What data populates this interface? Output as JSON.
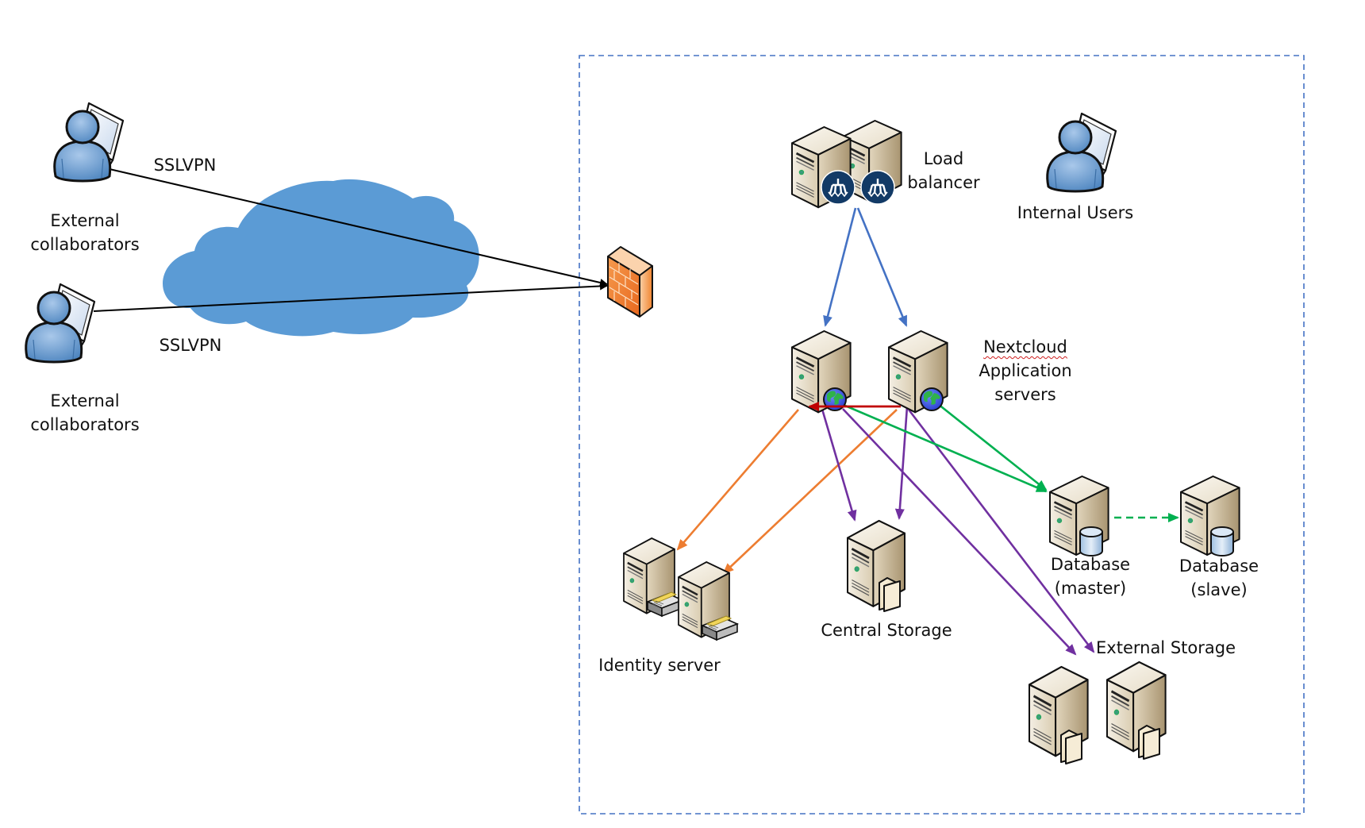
{
  "diagram": {
    "title": "Nextcloud deployment architecture",
    "boundary": {
      "name": "internal-network",
      "style": "dashed",
      "color": "#4472C4"
    },
    "colors": {
      "sslvpn_link": "#000000",
      "load_balancing": "#4472C4",
      "identity_link": "#ED7D31",
      "storage_link": "#7030A0",
      "database_link": "#00B050",
      "app_sync": "#C00000",
      "cloud": "#5B9BD5",
      "server_body": "#E8DCC4",
      "firewall": "#F07C2A"
    },
    "nodes": {
      "ext_collab_1": {
        "label_lines": [
          "External",
          "collaborators"
        ],
        "icon": "user-laptop-icon"
      },
      "ext_collab_2": {
        "label_lines": [
          "External",
          "collaborators"
        ],
        "icon": "user-laptop-icon"
      },
      "internet": {
        "icon": "cloud-icon"
      },
      "firewall": {
        "icon": "firewall-icon"
      },
      "load_balancer": {
        "label_lines": [
          "Load",
          "balancer"
        ],
        "icon": "load-balancer-server-icon"
      },
      "internal_users": {
        "label_lines": [
          "Internal Users"
        ],
        "icon": "user-laptop-icon"
      },
      "app_servers": {
        "label_lines": [
          "Nextcloud",
          "Application",
          "servers"
        ],
        "icon": "web-server-icon",
        "count": 2
      },
      "db_master": {
        "label_lines": [
          "Database",
          "(master)"
        ],
        "icon": "database-server-icon"
      },
      "db_slave": {
        "label_lines": [
          "Database",
          "(slave)"
        ],
        "icon": "database-server-icon"
      },
      "identity": {
        "label_lines": [
          "Identity server"
        ],
        "icon": "directory-server-icon",
        "count": 2
      },
      "central_storage": {
        "label_lines": [
          "Central Storage"
        ],
        "icon": "file-server-icon"
      },
      "external_storage": {
        "label_lines": [
          "External Storage"
        ],
        "icon": "file-server-icon",
        "count": 2
      }
    },
    "edge_labels": {
      "vpn1": "SSLVPN",
      "vpn2": "SSLVPN"
    },
    "edges": [
      {
        "from": "ext_collab_1",
        "to": "firewall",
        "label": "SSLVPN",
        "kind": "sslvpn_link"
      },
      {
        "from": "ext_collab_2",
        "to": "firewall",
        "label": "SSLVPN",
        "kind": "sslvpn_link"
      },
      {
        "from": "load_balancer",
        "to": "app_server_1",
        "kind": "load_balancing"
      },
      {
        "from": "load_balancer",
        "to": "app_server_2",
        "kind": "load_balancing"
      },
      {
        "from": "app_server_2",
        "to": "app_server_1",
        "kind": "app_sync"
      },
      {
        "from": "app_server_1",
        "to": "identity_1",
        "kind": "identity_link"
      },
      {
        "from": "app_server_2",
        "to": "identity_2",
        "kind": "identity_link"
      },
      {
        "from": "app_server_1",
        "to": "central_storage",
        "kind": "storage_link"
      },
      {
        "from": "app_server_2",
        "to": "central_storage",
        "kind": "storage_link"
      },
      {
        "from": "app_server_1",
        "to": "external_storage",
        "kind": "storage_link"
      },
      {
        "from": "app_server_2",
        "to": "external_storage",
        "kind": "storage_link"
      },
      {
        "from": "app_server_1",
        "to": "db_master",
        "kind": "database_link"
      },
      {
        "from": "app_server_2",
        "to": "db_master",
        "kind": "database_link"
      },
      {
        "from": "db_master",
        "to": "db_slave",
        "kind": "database_link",
        "style": "dashed"
      }
    ]
  }
}
